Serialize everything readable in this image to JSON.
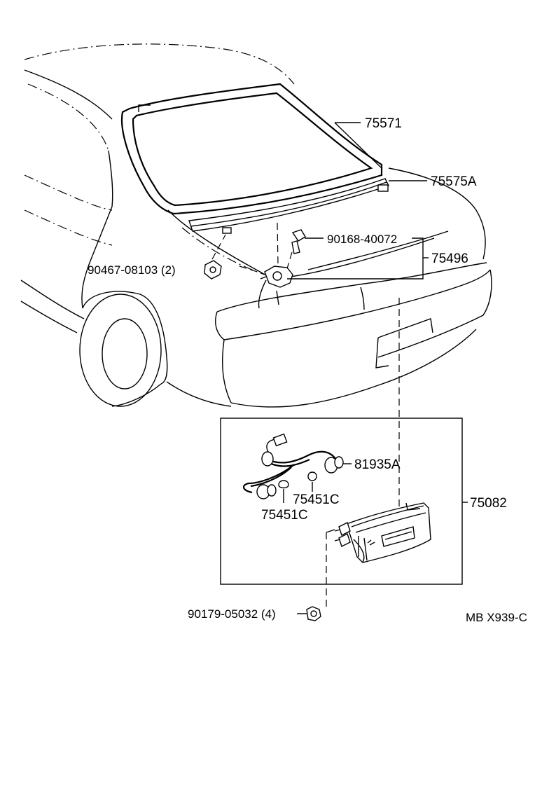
{
  "diagram": {
    "code": "MB X939-C",
    "parts": {
      "p75571": "75571",
      "p75575A": "75575A",
      "p90168": "90168-40072",
      "p75496": "75496",
      "p90467": "90467-08103 (2)",
      "p81935A": "81935A",
      "p75451C_a": "75451C",
      "p75451C_b": "75451C",
      "p75082": "75082",
      "p90179": "90179-05032 (4)"
    }
  }
}
